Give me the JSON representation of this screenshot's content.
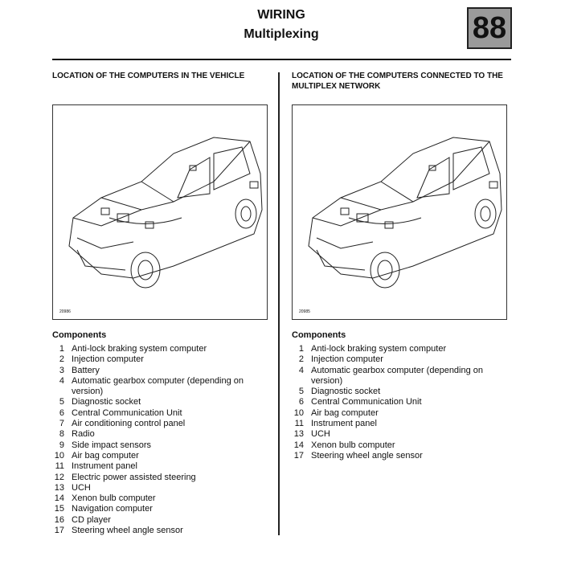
{
  "header": {
    "title": "WIRING",
    "subtitle": "Multiplexing",
    "chapter": "88"
  },
  "left": {
    "heading": "LOCATION OF THE COMPUTERS IN THE VEHICLE",
    "figure_code": "20986",
    "components_title": "Components",
    "items": [
      [
        "1",
        "Anti-lock braking system computer"
      ],
      [
        "2",
        "Injection computer"
      ],
      [
        "3",
        "Battery"
      ],
      [
        "4",
        "Automatic gearbox computer (depending on version)"
      ],
      [
        "5",
        "Diagnostic socket"
      ],
      [
        "6",
        "Central Communication Unit"
      ],
      [
        "7",
        "Air conditioning control panel"
      ],
      [
        "8",
        "Radio"
      ],
      [
        "9",
        "Side impact sensors"
      ],
      [
        "10",
        "Air bag computer"
      ],
      [
        "11",
        "Instrument panel"
      ],
      [
        "12",
        "Electric power assisted steering"
      ],
      [
        "13",
        "UCH"
      ],
      [
        "14",
        "Xenon bulb computer"
      ],
      [
        "15",
        "Navigation computer"
      ],
      [
        "16",
        "CD player"
      ],
      [
        "17",
        "Steering wheel angle sensor"
      ]
    ]
  },
  "right": {
    "heading": "LOCATION OF THE COMPUTERS CONNECTED TO THE MULTIPLEX NETWORK",
    "figure_code": "20985",
    "components_title": "Components",
    "items": [
      [
        "1",
        "Anti-lock braking system computer"
      ],
      [
        "2",
        "Injection computer"
      ],
      [
        "4",
        "Automatic gearbox computer (depending on version)"
      ],
      [
        "5",
        "Diagnostic socket"
      ],
      [
        "6",
        "Central Communication Unit"
      ],
      [
        "10",
        "Air bag computer"
      ],
      [
        "11",
        "Instrument panel"
      ],
      [
        "13",
        "UCH"
      ],
      [
        "14",
        "Xenon bulb computer"
      ],
      [
        "17",
        "Steering wheel angle sensor"
      ]
    ]
  }
}
